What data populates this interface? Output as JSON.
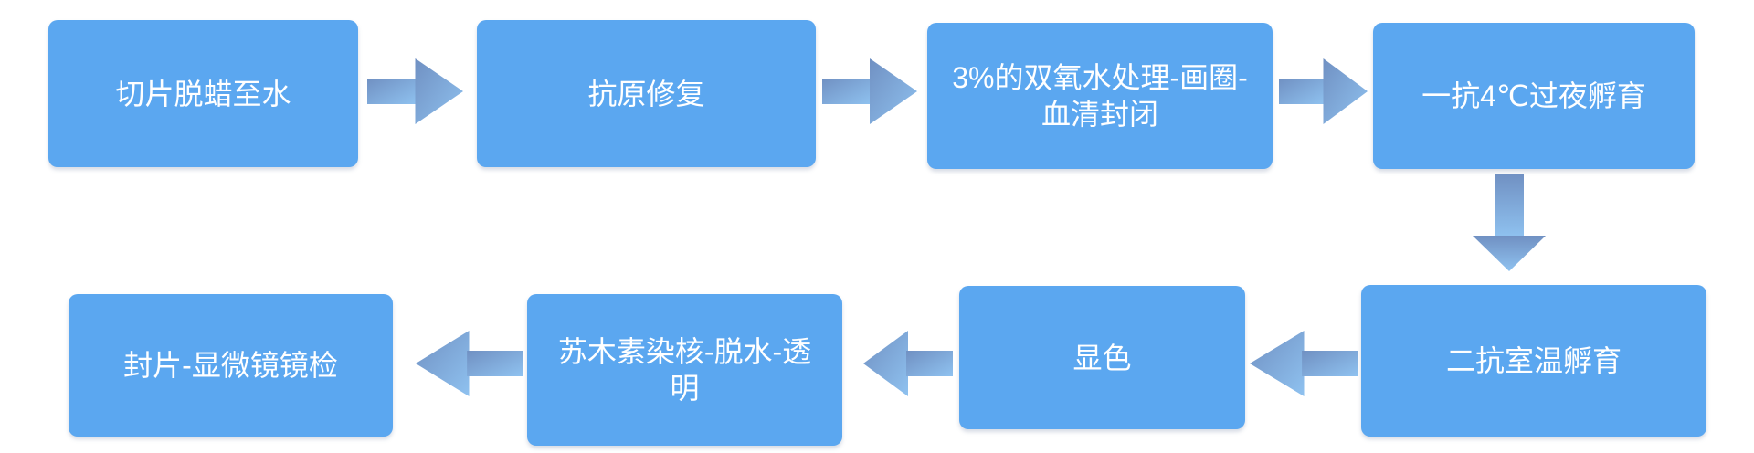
{
  "diagram": {
    "type": "flowchart",
    "background_color": "#ffffff",
    "box_fill_color": "#5BA7F0",
    "box_text_color": "#ffffff",
    "arrow_gradient_start": "#7090C2",
    "arrow_gradient_end": "#8FC2F0",
    "steps": [
      {
        "order": 1,
        "label": "切片脱蜡至水",
        "lines": [
          "切片脱蜡至水"
        ]
      },
      {
        "order": 2,
        "label": "抗原修复",
        "lines": [
          "抗原修复"
        ]
      },
      {
        "order": 3,
        "label": "3%的双氧水处理-画圈-血清封闭",
        "lines": [
          "3%的双氧水处理-画圈-",
          "血清封闭"
        ]
      },
      {
        "order": 4,
        "label": "一抗4℃过夜孵育",
        "lines": [
          "一抗4℃过夜孵育"
        ]
      },
      {
        "order": 5,
        "label": "二抗室温孵育",
        "lines": [
          "二抗室温孵育"
        ]
      },
      {
        "order": 6,
        "label": "显色",
        "lines": [
          "显色"
        ]
      },
      {
        "order": 7,
        "label": "苏木素染核-脱水-透明",
        "lines": [
          "苏木素染核-脱水-透",
          "明"
        ]
      },
      {
        "order": 8,
        "label": "封片-显微镜镜检",
        "lines": [
          "封片-显微镜镜检"
        ]
      }
    ],
    "connections": [
      {
        "from": 1,
        "to": 2,
        "direction": "right"
      },
      {
        "from": 2,
        "to": 3,
        "direction": "right"
      },
      {
        "from": 3,
        "to": 4,
        "direction": "right"
      },
      {
        "from": 4,
        "to": 5,
        "direction": "down"
      },
      {
        "from": 5,
        "to": 6,
        "direction": "left"
      },
      {
        "from": 6,
        "to": 7,
        "direction": "left"
      },
      {
        "from": 7,
        "to": 8,
        "direction": "left"
      }
    ]
  }
}
